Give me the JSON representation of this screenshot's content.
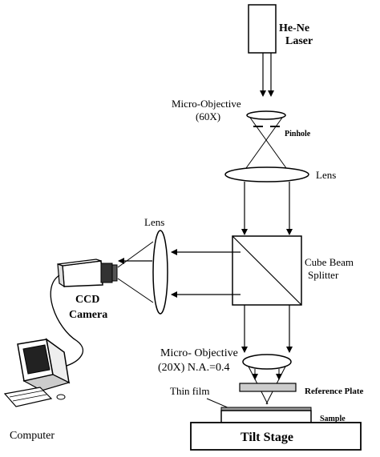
{
  "labels": {
    "laser_line1": "He-Ne",
    "laser_line2": "Laser",
    "micro_objective_top_line1": "Micro-Objective",
    "micro_objective_top_line2": "(60X)",
    "pinhole": "Pinhole",
    "lens_right": "Lens",
    "lens_left": "Lens",
    "cube_beam_line1": "Cube Beam",
    "cube_beam_line2": "Splitter",
    "ccd_line1": "CCD",
    "ccd_line2": "Camera",
    "micro_objective_bottom_line1": "Micro- Objective",
    "micro_objective_bottom_line2": "(20X) N.A.=0.4",
    "reference_plate": "Reference Plate",
    "thin_film": "Thin film",
    "sample": "Sample",
    "tilt_stage": "Tilt Stage",
    "computer": "Computer"
  }
}
